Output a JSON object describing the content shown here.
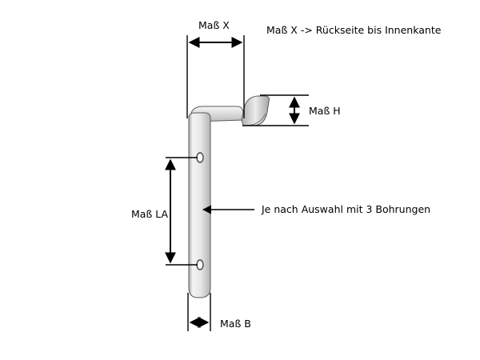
{
  "labels": {
    "mass_x": "Maß X",
    "mass_x_note": "Maß X -> Rückseite bis Innenkante",
    "mass_h": "Maß H",
    "mass_la": "Maß LA",
    "bohrungen_note": "Je nach Auswahl mit 3 Bohrungen",
    "mass_b": "Maß B"
  },
  "colors": {
    "metal_light": "#f2f2f2",
    "metal_mid": "#d9d9d9",
    "metal_dark": "#9e9e9e",
    "outline": "#5a5a5a",
    "dimension": "#000000"
  }
}
